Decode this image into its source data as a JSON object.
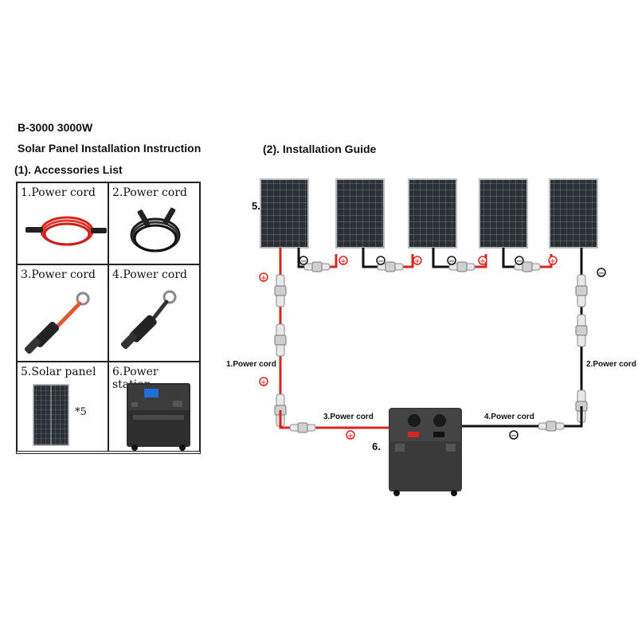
{
  "header": {
    "model": "B-3000 3000W",
    "subtitle": "Solar Panel Installation Instruction",
    "accessories_title": "(1). Accessories List",
    "guide_title": "(2). Installation Guide"
  },
  "accessories": [
    {
      "label": "1.Power cord",
      "icon": "red-cable-coil-icon"
    },
    {
      "label": "2.Power cord",
      "icon": "black-cable-coil-icon"
    },
    {
      "label": "3.Power cord",
      "icon": "red-ring-terminal-cable-icon"
    },
    {
      "label": "4.Power cord",
      "icon": "black-ring-terminal-cable-icon"
    },
    {
      "label": "5.Solar panel",
      "icon": "solar-panel-icon",
      "quantity": "*5"
    },
    {
      "label": "6.Power station",
      "icon": "power-station-icon"
    }
  ],
  "guide": {
    "panel_marker": "5.",
    "station_marker": "6.",
    "cord_labels": {
      "cord1": "1.Power cord",
      "cord2": "2.Power cord",
      "cord3": "3.Power cord",
      "cord4": "4.Power cord"
    },
    "polarity": {
      "positive": "+",
      "negative": "−"
    },
    "colors": {
      "positive_wire": "#d9241f",
      "negative_wire": "#111111",
      "panel": "#2b2f36",
      "station": "#3a3a3a"
    }
  }
}
